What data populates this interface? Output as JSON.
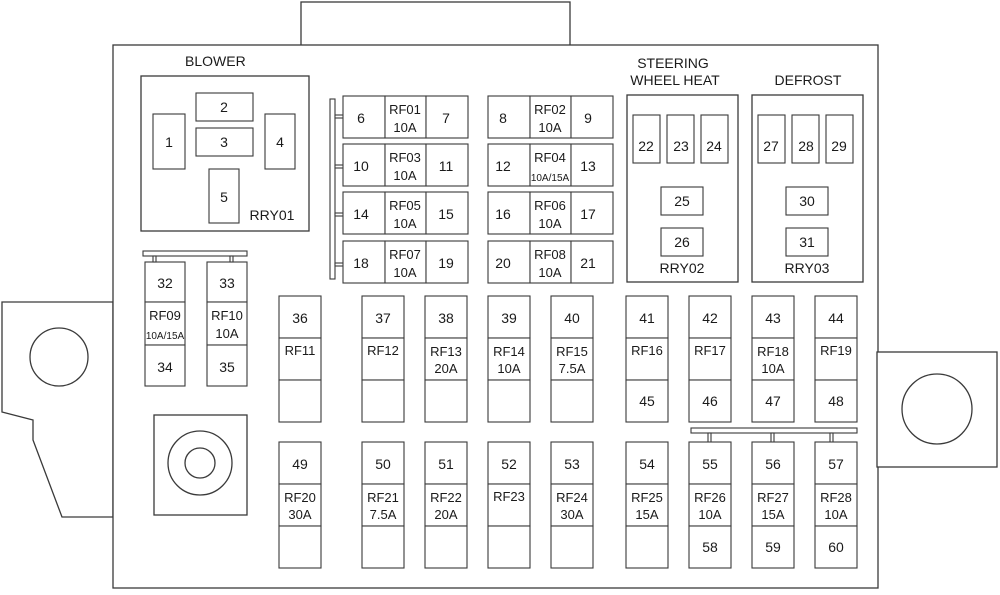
{
  "labels": {
    "blower": "BLOWER",
    "steering_line1": "STEERING",
    "steering_line2": "WHEEL HEAT",
    "defrost": "DEFROST",
    "rry01": "RRY01",
    "rry02": "RRY02",
    "rry03": "RRY03"
  },
  "blower_relay": [
    "1",
    "2",
    "3",
    "4",
    "5"
  ],
  "steering_relay": [
    "22",
    "23",
    "24",
    "25",
    "26"
  ],
  "defrost_relay": [
    "27",
    "28",
    "29",
    "30",
    "31"
  ],
  "top_fuses": [
    {
      "left": "6",
      "name": "RF01",
      "rating": "10A",
      "right": "7"
    },
    {
      "left": "8",
      "name": "RF02",
      "rating": "10A",
      "right": "9"
    },
    {
      "left": "10",
      "name": "RF03",
      "rating": "10A",
      "right": "11"
    },
    {
      "left": "12",
      "name": "RF04",
      "rating": "10A/15A",
      "right": "13"
    },
    {
      "left": "14",
      "name": "RF05",
      "rating": "10A",
      "right": "15"
    },
    {
      "left": "16",
      "name": "RF06",
      "rating": "10A",
      "right": "17"
    },
    {
      "left": "18",
      "name": "RF07",
      "rating": "10A",
      "right": "19"
    },
    {
      "left": "20",
      "name": "RF08",
      "rating": "10A",
      "right": "21"
    }
  ],
  "side_fuses": [
    {
      "top": "32",
      "name": "RF09",
      "rating": "10A/15A",
      "bottom": "34"
    },
    {
      "top": "33",
      "name": "RF10",
      "rating": "10A",
      "bottom": "35"
    }
  ],
  "row1_fuses": [
    {
      "top": "36",
      "name": "RF11",
      "rating": "",
      "bottom": ""
    },
    {
      "top": "37",
      "name": "RF12",
      "rating": "",
      "bottom": ""
    },
    {
      "top": "38",
      "name": "RF13",
      "rating": "20A",
      "bottom": ""
    },
    {
      "top": "39",
      "name": "RF14",
      "rating": "10A",
      "bottom": ""
    },
    {
      "top": "40",
      "name": "RF15",
      "rating": "7.5A",
      "bottom": ""
    },
    {
      "top": "41",
      "name": "RF16",
      "rating": "",
      "bottom": "45"
    },
    {
      "top": "42",
      "name": "RF17",
      "rating": "",
      "bottom": "46"
    },
    {
      "top": "43",
      "name": "RF18",
      "rating": "10A",
      "bottom": "47"
    },
    {
      "top": "44",
      "name": "RF19",
      "rating": "",
      "bottom": "48"
    }
  ],
  "row2_fuses": [
    {
      "top": "49",
      "name": "RF20",
      "rating": "30A",
      "bottom": ""
    },
    {
      "top": "50",
      "name": "RF21",
      "rating": "7.5A",
      "bottom": ""
    },
    {
      "top": "51",
      "name": "RF22",
      "rating": "20A",
      "bottom": ""
    },
    {
      "top": "52",
      "name": "RF23",
      "rating": "",
      "bottom": ""
    },
    {
      "top": "53",
      "name": "RF24",
      "rating": "30A",
      "bottom": ""
    },
    {
      "top": "54",
      "name": "RF25",
      "rating": "15A",
      "bottom": ""
    },
    {
      "top": "55",
      "name": "RF26",
      "rating": "10A",
      "bottom": "58"
    },
    {
      "top": "56",
      "name": "RF27",
      "rating": "15A",
      "bottom": "59"
    },
    {
      "top": "57",
      "name": "RF28",
      "rating": "10A",
      "bottom": "60"
    }
  ]
}
